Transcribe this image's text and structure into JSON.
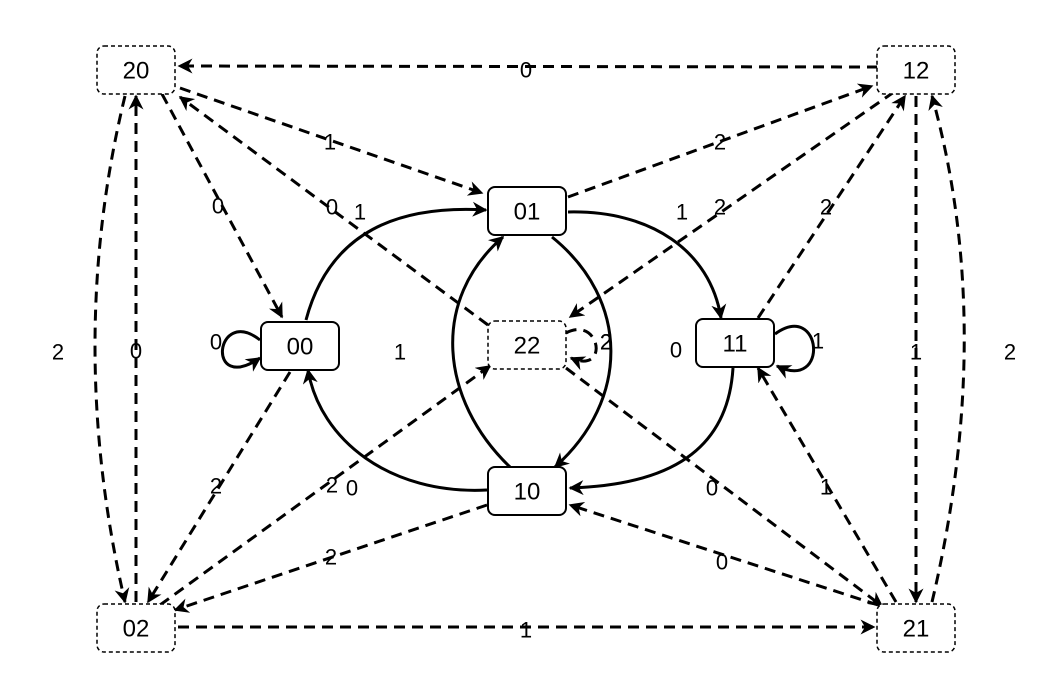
{
  "nodes": [
    {
      "id": "00",
      "label": "00",
      "style": "solid"
    },
    {
      "id": "01",
      "label": "01",
      "style": "solid"
    },
    {
      "id": "10",
      "label": "10",
      "style": "solid"
    },
    {
      "id": "11",
      "label": "11",
      "style": "solid"
    },
    {
      "id": "22",
      "label": "22",
      "style": "dashed"
    },
    {
      "id": "20",
      "label": "20",
      "style": "dashed"
    },
    {
      "id": "12",
      "label": "12",
      "style": "dashed"
    },
    {
      "id": "02",
      "label": "02",
      "style": "dashed"
    },
    {
      "id": "21",
      "label": "21",
      "style": "dashed"
    }
  ],
  "edges": [
    {
      "from": "12",
      "to": "20",
      "label": "0",
      "style": "dashed"
    },
    {
      "from": "20",
      "to": "01",
      "label": "1",
      "style": "dashed"
    },
    {
      "from": "20",
      "to": "00",
      "label": "0",
      "style": "dashed"
    },
    {
      "from": "22",
      "to": "20",
      "label": "0",
      "style": "dashed"
    },
    {
      "from": "01",
      "to": "12",
      "label": "2",
      "style": "dashed"
    },
    {
      "from": "12",
      "to": "22",
      "label": "2",
      "style": "dashed"
    },
    {
      "from": "11",
      "to": "12",
      "label": "2",
      "style": "dashed"
    },
    {
      "from": "21",
      "to": "12",
      "label": "2",
      "style": "dashed"
    },
    {
      "from": "12",
      "to": "21",
      "label": "1",
      "style": "dashed"
    },
    {
      "from": "02",
      "to": "20",
      "label": "0",
      "style": "dashed"
    },
    {
      "from": "20",
      "to": "02",
      "label": "2",
      "style": "dashed"
    },
    {
      "from": "02",
      "to": "21",
      "label": "1",
      "style": "dashed"
    },
    {
      "from": "00",
      "to": "02",
      "label": "2",
      "style": "dashed"
    },
    {
      "from": "02",
      "to": "22",
      "label": "2",
      "style": "dashed"
    },
    {
      "from": "10",
      "to": "02",
      "label": "2",
      "style": "dashed"
    },
    {
      "from": "21",
      "to": "10",
      "label": "0",
      "style": "dashed"
    },
    {
      "from": "21",
      "to": "11",
      "label": "1",
      "style": "dashed"
    },
    {
      "from": "22",
      "to": "21",
      "label": "0",
      "style": "dashed"
    },
    {
      "from": "22",
      "to": "22",
      "label": "2",
      "style": "dashed"
    },
    {
      "from": "00",
      "to": "00",
      "label": "0",
      "style": "solid"
    },
    {
      "from": "11",
      "to": "11",
      "label": "1",
      "style": "solid"
    },
    {
      "from": "00",
      "to": "01",
      "label": "1",
      "style": "solid"
    },
    {
      "from": "10",
      "to": "00",
      "label": "0",
      "style": "solid"
    },
    {
      "from": "01",
      "to": "11",
      "label": "1",
      "style": "solid"
    },
    {
      "from": "11",
      "to": "10",
      "label": "0",
      "style": "solid"
    },
    {
      "from": "10",
      "to": "01",
      "label": "1",
      "style": "solid"
    },
    {
      "from": "01",
      "to": "10",
      "label": "2",
      "style": "solid"
    }
  ]
}
